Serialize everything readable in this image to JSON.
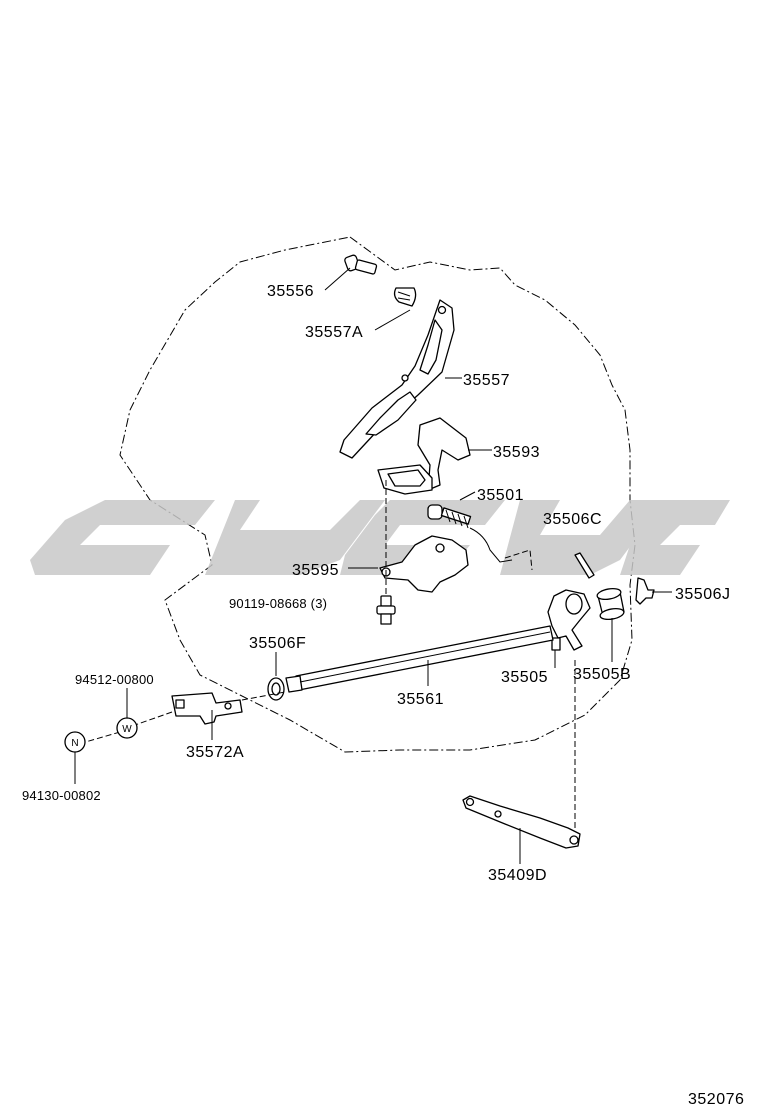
{
  "diagram_number": "352076",
  "watermark_color": "#c8c8c8",
  "parts": {
    "p35556": "35556",
    "p35557A": "35557A",
    "p35557": "35557",
    "p35593": "35593",
    "p35501": "35501",
    "p35506C": "35506C",
    "p35595": "35595",
    "p35506J": "35506J",
    "p90119": "90119-08668 (3)",
    "p35506F": "35506F",
    "p94512": "94512-00800",
    "p35561": "35561",
    "p35505": "35505",
    "p35505B": "35505B",
    "p35572A": "35572A",
    "p94130": "94130-00802",
    "p35409D": "35409D"
  },
  "symbols": {
    "w": "W",
    "n": "N"
  }
}
